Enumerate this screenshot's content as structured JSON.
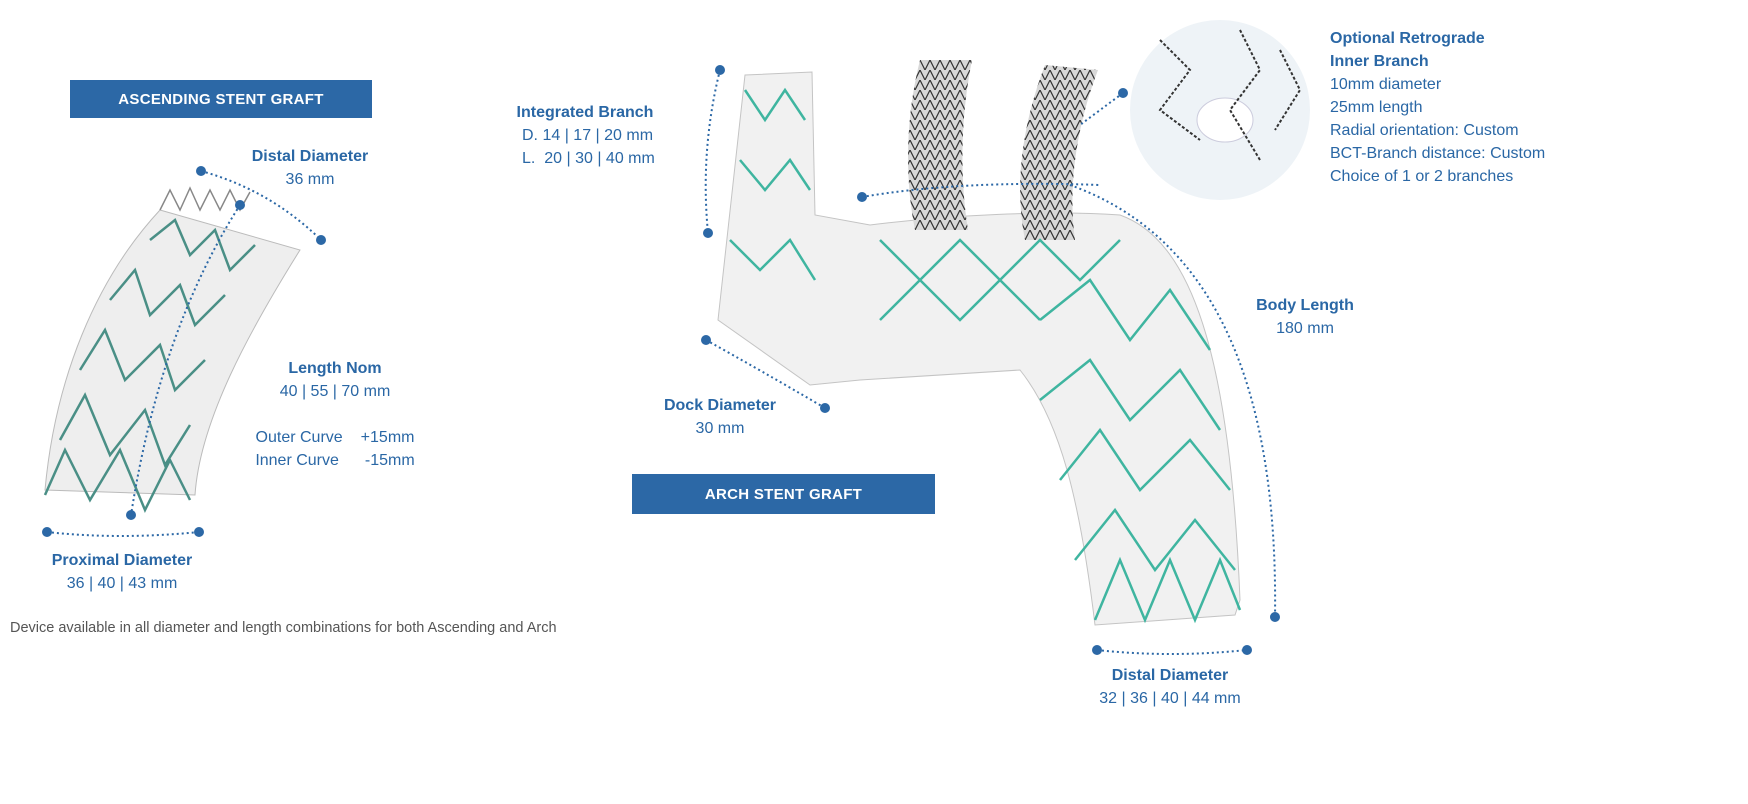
{
  "colors": {
    "accent": "#2c68a6",
    "text": "#2a67a5",
    "stitch": "#3fb5a0"
  },
  "ascending": {
    "banner": "ASCENDING STENT GRAFT",
    "distal": {
      "title": "Distal Diameter",
      "value": "36 mm"
    },
    "length": {
      "title": "Length Nom",
      "value": "40 | 55 | 70 mm"
    },
    "outer_curve": {
      "label": "Outer Curve",
      "value": "+15mm"
    },
    "inner_curve": {
      "label": "Inner Curve",
      "value": "-15mm"
    },
    "proximal": {
      "title": "Proximal Diameter",
      "value": "36 | 40 | 43 mm"
    }
  },
  "arch": {
    "banner": "ARCH STENT GRAFT",
    "integrated_branch": {
      "title": "Integrated Branch",
      "diameter": "D. 14 | 17 | 20 mm",
      "length": "L.  20 | 30 | 40 mm"
    },
    "dock": {
      "title": "Dock Diameter",
      "value": "30 mm"
    },
    "body_length": {
      "title": "Body Length",
      "value": "180 mm"
    },
    "distal": {
      "title": "Distal Diameter",
      "value": "32 | 36 | 40 | 44 mm"
    },
    "retrograde": {
      "title1": "Optional Retrograde",
      "title2": "Inner Branch",
      "lines": [
        "10mm diameter",
        "25mm length",
        "Radial orientation: Custom",
        "BCT-Branch distance: Custom",
        "Choice of 1 or 2 branches"
      ]
    }
  },
  "footnote": "Device available in all diameter and length combinations for both Ascending and Arch"
}
